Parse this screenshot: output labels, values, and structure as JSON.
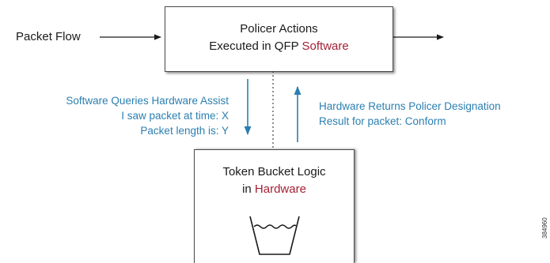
{
  "packet_flow_label": "Packet Flow",
  "software_box": {
    "line1": "Policer Actions",
    "line2_prefix": "Executed in QFP ",
    "line2_highlight": "Software"
  },
  "hardware_box": {
    "line1": "Token Bucket Logic",
    "line2_prefix": "in ",
    "line2_highlight": "Hardware"
  },
  "query_text": {
    "line1": "Software Queries Hardware Assist",
    "line2": "I saw packet at time: X",
    "line3": "Packet length is: Y"
  },
  "return_text": {
    "line1": "Hardware Returns Policer Designation",
    "line2": "Result for packet: Conform"
  },
  "figure_id": "384960",
  "colors": {
    "annotation_blue": "#2b7fb0",
    "highlight_red": "#a31f34",
    "line": "#1a1a1a"
  },
  "icons": {
    "bucket": "bucket-icon"
  }
}
